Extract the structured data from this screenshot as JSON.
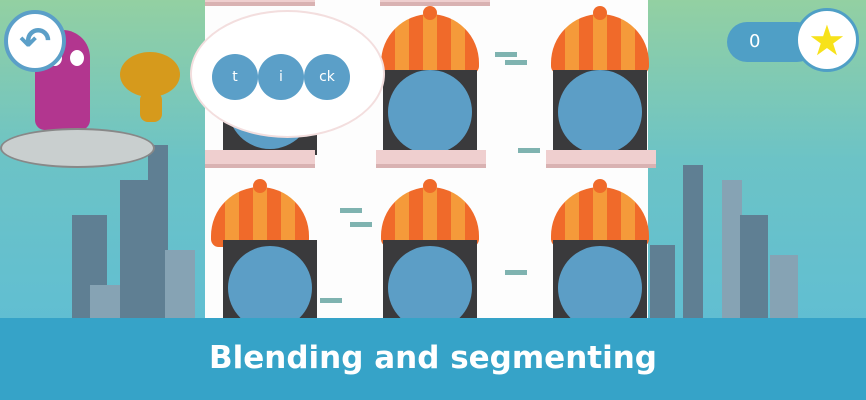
{
  "title": "Blending and segmenting",
  "segments": [
    "t",
    "i",
    "ck"
  ],
  "score": "0",
  "icons": {
    "back": "back-arrow-icon",
    "star": "star-icon"
  },
  "colors": {
    "accent": "#5b9fc8",
    "band": "#36a3c8",
    "awning": "#f06a2a"
  }
}
